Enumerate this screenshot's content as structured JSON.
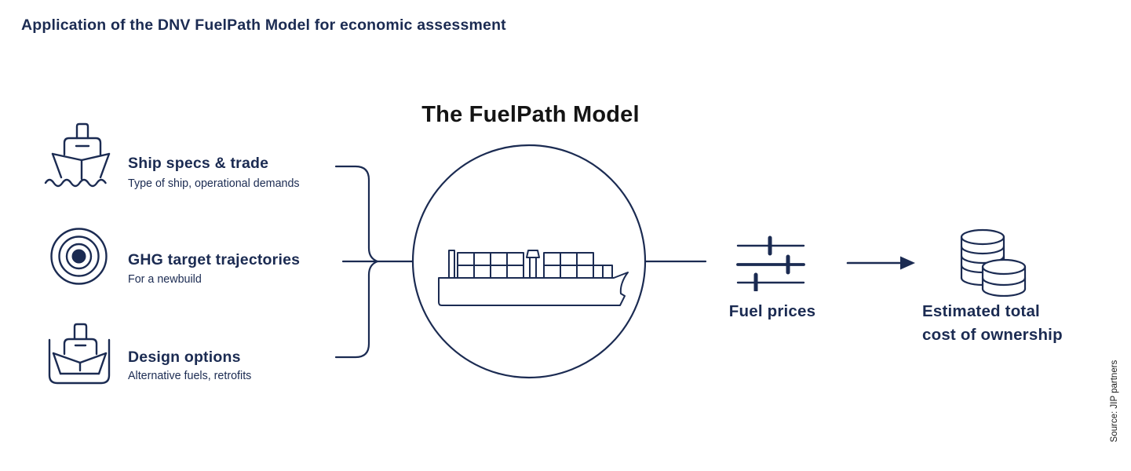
{
  "header": {
    "title": "Application of the DNV FuelPath Model for economic assessment"
  },
  "colors": {
    "navy": "#1b2b52",
    "ink": "#141414",
    "background": "#ffffff"
  },
  "model": {
    "title": "The FuelPath Model",
    "icon": "container-ship-icon"
  },
  "inputs": [
    {
      "icon": "ship-front-icon",
      "label": "Ship specs & trade",
      "sublabel": "Type of ship, operational demands"
    },
    {
      "icon": "target-icon",
      "label": "GHG target trajectories",
      "sublabel": "For a newbuild"
    },
    {
      "icon": "drydock-ship-icon",
      "label": "Design options",
      "sublabel": "Alternative fuels, retrofits"
    }
  ],
  "fuel": {
    "icon": "sliders-icon",
    "label": "Fuel prices"
  },
  "result": {
    "icon": "coins-icon",
    "label": "Estimated total cost of ownership",
    "lines": [
      "Estimated total",
      "cost of ownership"
    ]
  },
  "source": {
    "text": "Source: JIP partners"
  }
}
